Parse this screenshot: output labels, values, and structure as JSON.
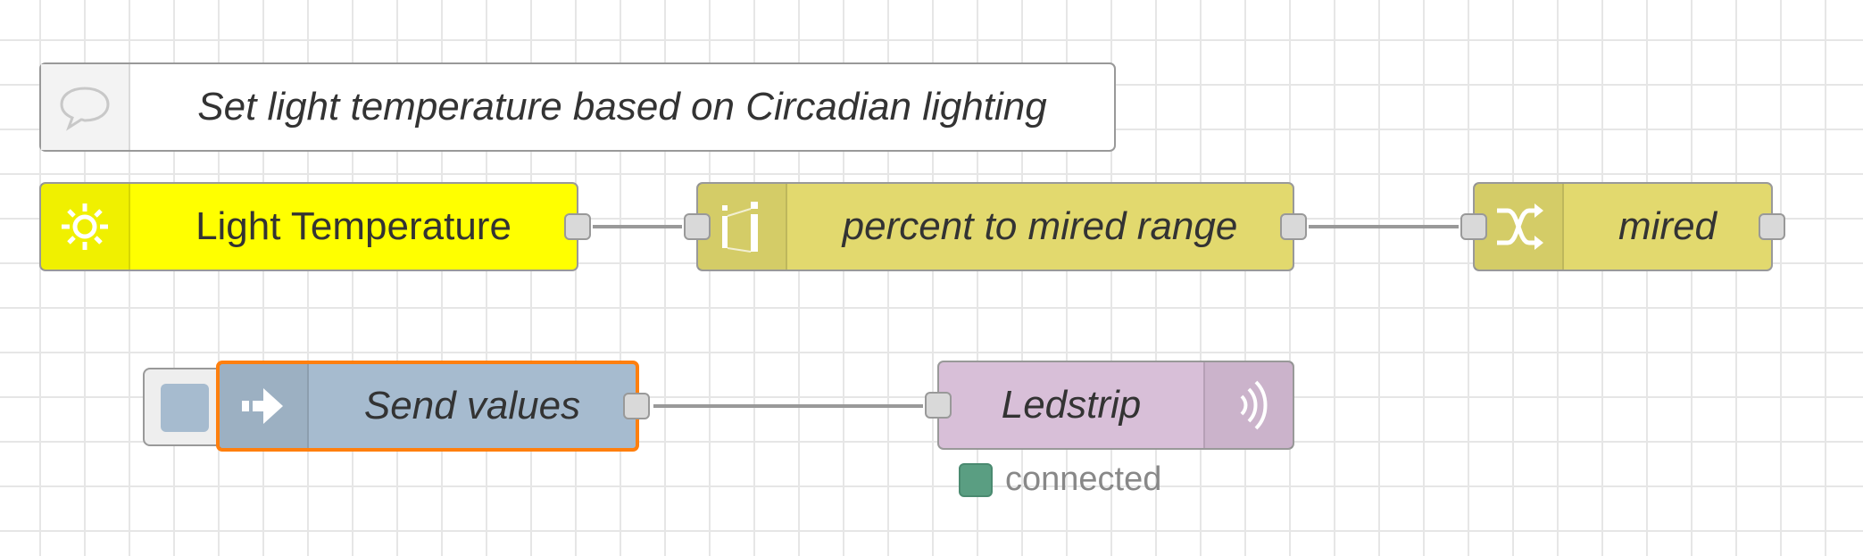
{
  "flow": {
    "comment": {
      "text": "Set light temperature based on Circadian lighting",
      "icon": "comment-icon"
    },
    "light_temperature": {
      "label": "Light Temperature",
      "icon": "sun-icon",
      "color": "#ffff00"
    },
    "percent_to_mired": {
      "label": "percent to mired range",
      "icon": "range-icon",
      "color": "#e2d96e"
    },
    "mired": {
      "label": "mired",
      "icon": "shuffle-icon",
      "color": "#e2d96e"
    },
    "send_values": {
      "label": "Send values",
      "icon": "inject-arrow-icon",
      "color": "#a6bbcf",
      "selected_outline": "#ff7f0e"
    },
    "ledstrip": {
      "label": "Ledstrip",
      "icon": "broadcast-icon",
      "color": "#d8bfd8",
      "status": {
        "text": "connected",
        "color": "#5a9e82"
      }
    }
  },
  "colors": {
    "wire": "#999999",
    "grid": "#e6e6e6"
  }
}
